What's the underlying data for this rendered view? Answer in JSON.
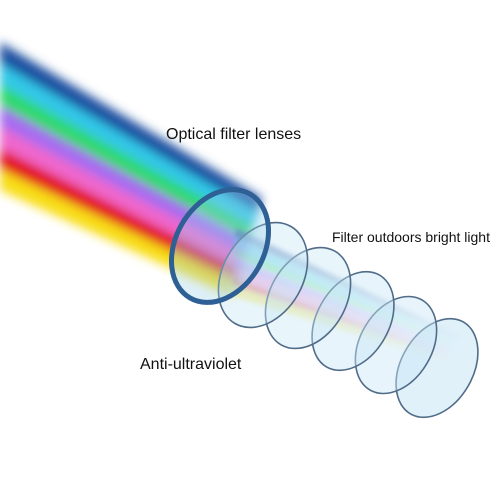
{
  "labels": {
    "optical_filter": "Optical filter lenses",
    "filter_outdoors": "Filter outdoors bright light",
    "anti_uv": "Anti-ultraviolet"
  },
  "beam_bands": [
    {
      "name": "blue",
      "color": "#1f4fa0"
    },
    {
      "name": "cyan",
      "color": "#32c7e8"
    },
    {
      "name": "green",
      "color": "#2fd96a"
    },
    {
      "name": "violet",
      "color": "#a66cf0"
    },
    {
      "name": "magenta",
      "color": "#ef66cc"
    },
    {
      "name": "red",
      "color": "#e3141e"
    },
    {
      "name": "yellow",
      "color": "#f8dd12"
    }
  ],
  "colors": {
    "lens_rim_main": "#2e5f95",
    "lens_rim": "#506c88",
    "lens_fill": "#c9e6f6"
  }
}
